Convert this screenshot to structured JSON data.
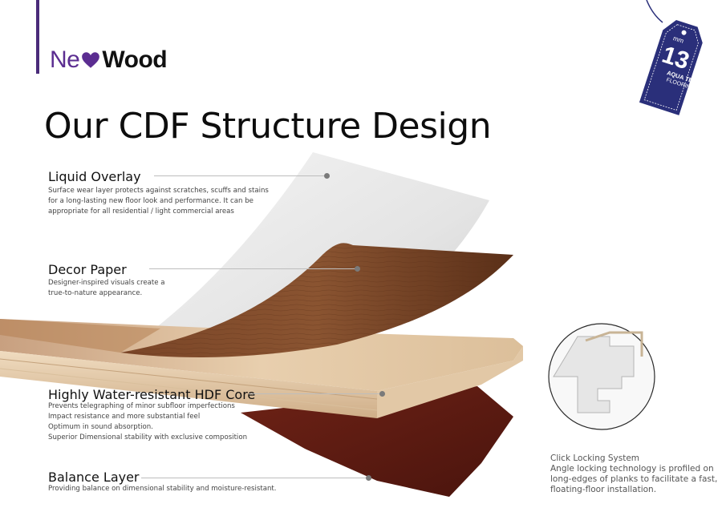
{
  "brand": {
    "part1": "Ne",
    "part2": "Wood"
  },
  "page_title": "Our CDF Structure Design",
  "tag": {
    "unit": "mm",
    "thickness": "13",
    "line1": "AQUA TEC",
    "line2": "FLOORING"
  },
  "layers": [
    {
      "title": "Liquid Overlay",
      "desc": [
        "Surface wear layer protects against scratches, scuffs and stains",
        "for a long-lasting new floor look and performance. It can be",
        "appropriate for all residential / light commercial areas"
      ]
    },
    {
      "title": "Decor Paper",
      "desc": [
        "Designer-inspired visuals create a",
        "true-to-nature appearance."
      ]
    },
    {
      "title": "Highly Water-resistant HDF Core",
      "desc": [
        "Prevents telegraphing of minor subfloor imperfections",
        "Impact resistance and more substantial feel",
        "Optimum in sound absorption.",
        "Superior Dimensional stability with exclusive composition"
      ]
    },
    {
      "title": "Balance Layer",
      "desc": [
        "Providing balance on dimensional stability and moisture-resistant."
      ]
    }
  ],
  "click_lock": {
    "title": "Click Locking System",
    "desc": [
      "Angle locking technology is profiled on",
      "long-edges of planks to facilitate a fast,",
      "floating-floor installation."
    ]
  },
  "colors": {
    "brand_purple": "#5b2d91",
    "tag_navy": "#2a2f7a",
    "decor_brown": "#6b3a1f",
    "balance_maroon": "#5a1a12"
  }
}
